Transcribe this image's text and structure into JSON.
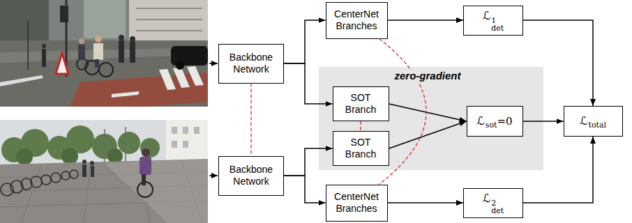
{
  "diagram": {
    "nodes": [
      {
        "text": [
          "Backbone Network"
        ]
      },
      {
        "text": [
          "CenterNet Branches"
        ]
      },
      {
        "text": [
          "ℒdet1"
        ]
      },
      {
        "text": [
          "zero-gradient"
        ]
      },
      {
        "text": [
          "SOT Branch"
        ],
        "in": 3
      },
      {
        "text": [
          "SOT Branch"
        ],
        "in": 3
      },
      {
        "text": [
          "ℒsot=0"
        ],
        "in": 3
      },
      {
        "text": [
          "ℒtotal"
        ]
      },
      {
        "text": [
          "Backbone Network"
        ]
      },
      {
        "text": [
          "CenterNet Branches"
        ]
      },
      {
        "text": [
          "ℒdet2"
        ]
      }
    ],
    "edges": [
      {
        "from": 0,
        "to": 1,
        "arrow": "to"
      },
      {
        "from": 0,
        "to": 4,
        "arrow": "to"
      },
      {
        "from": 8,
        "to": 5,
        "arrow": "to"
      },
      {
        "from": 8,
        "to": 9,
        "arrow": "to"
      },
      {
        "from": 1,
        "to": 2,
        "arrow": "to"
      },
      {
        "from": 9,
        "to": 10,
        "arrow": "to"
      },
      {
        "from": 4,
        "to": 6,
        "arrow": "to"
      },
      {
        "from": 5,
        "to": 6,
        "arrow": "to"
      },
      {
        "from": 2,
        "to": 7,
        "arrow": "to"
      },
      {
        "from": 6,
        "to": 7,
        "arrow": "to"
      },
      {
        "from": 10,
        "to": 7,
        "arrow": "to"
      },
      {
        "from": 0,
        "to": 8,
        "arrow": "none"
      },
      {
        "from": 4,
        "to": 5,
        "arrow": "none"
      },
      {
        "from": 1,
        "to": 9,
        "arrow": "none"
      }
    ]
  }
}
